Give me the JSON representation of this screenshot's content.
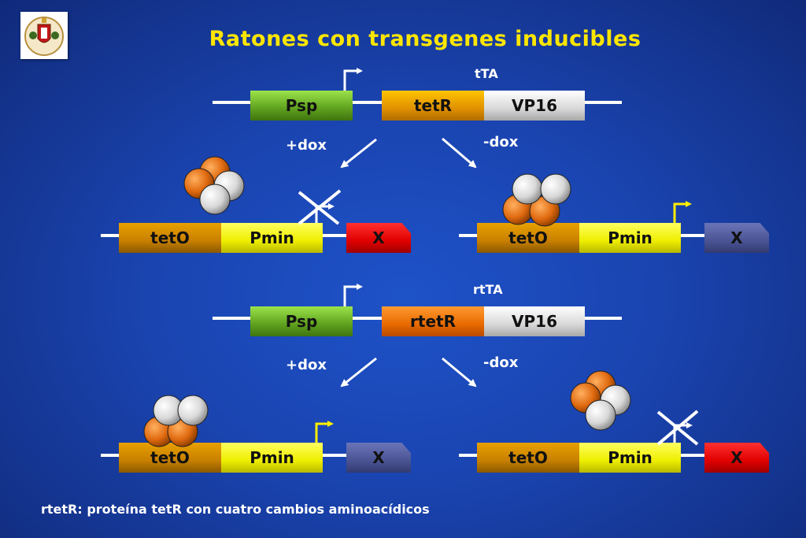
{
  "title": "Ratones con transgenes inducibles",
  "top_construct": {
    "protein_label": "tTA",
    "promoter": "Psp",
    "repressor": "tetR",
    "activator": "VP16"
  },
  "bottom_construct": {
    "protein_label": "rtTA",
    "promoter": "Psp",
    "repressor": "rtetR",
    "activator": "VP16"
  },
  "conditions": {
    "plus_dox": "+dox",
    "minus_dox": "-dox"
  },
  "reporter": {
    "operator": "tetO",
    "min_promoter": "Pmin",
    "gene": "X"
  },
  "colors": {
    "title": "#ffe600",
    "gene_off": "#e00000",
    "gene_on": "#4a5494",
    "protein_orange": "#e06a10",
    "protein_gray": "#d8d8d8"
  },
  "footer": "rtetR: proteína tetR con cuatro cambios aminoacídicos"
}
